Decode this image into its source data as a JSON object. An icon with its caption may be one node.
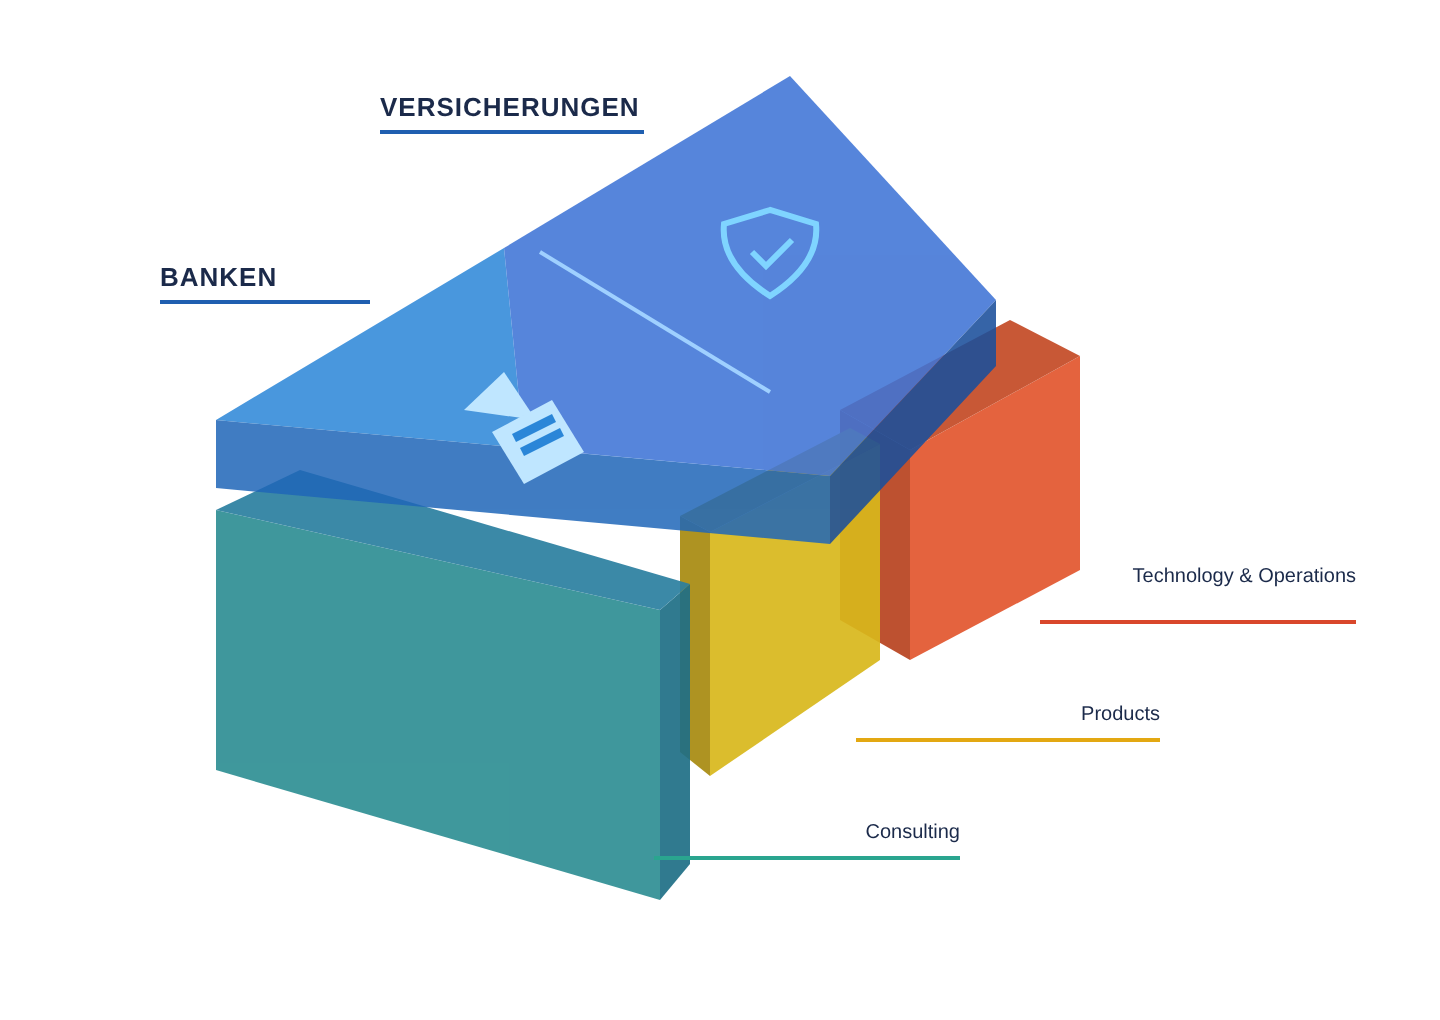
{
  "diagram": {
    "nodes": [
      {
        "text": [
          "VERSICHERUNGEN"
        ]
      },
      {
        "text": [
          "BANKEN"
        ]
      },
      {
        "text": [
          "Technology & Operations"
        ]
      },
      {
        "text": [
          "Products"
        ]
      },
      {
        "text": [
          "Consulting"
        ]
      },
      {
        "text": [],
        "shape": "box"
      },
      {
        "text": [],
        "shape": "box"
      },
      {
        "text": [],
        "shape": "box"
      },
      {
        "text": [],
        "shape": "box"
      },
      {
        "text": [],
        "shape": "box"
      }
    ],
    "edges": [
      {
        "from": 0,
        "to": 5,
        "arrow": "none",
        "color": "#1f5fb0"
      },
      {
        "from": 1,
        "to": 6,
        "arrow": "none",
        "color": "#1f5fb0"
      },
      {
        "from": 2,
        "to": 7,
        "arrow": "none",
        "color": "#d9472b"
      },
      {
        "from": 3,
        "to": 8,
        "arrow": "none",
        "color": "#e3a812"
      },
      {
        "from": 4,
        "to": 9,
        "arrow": "none",
        "color": "#2aa58f"
      }
    ]
  }
}
